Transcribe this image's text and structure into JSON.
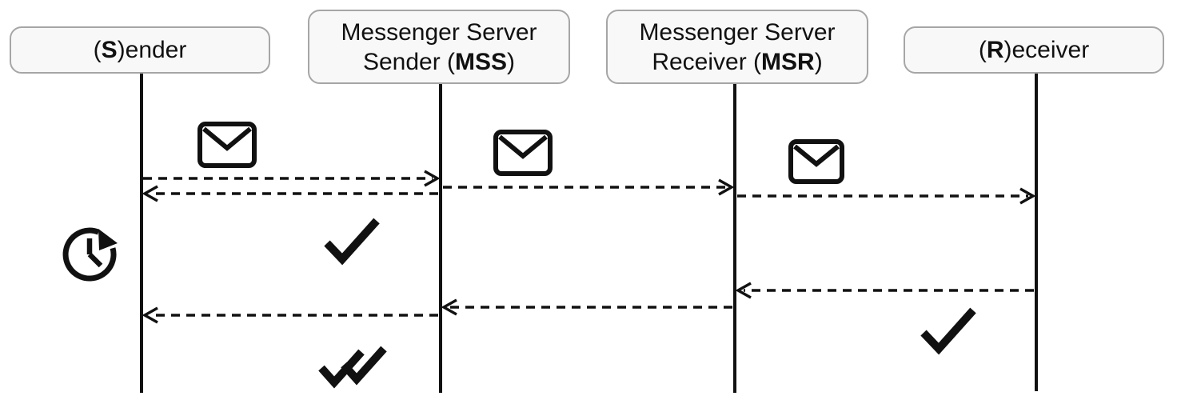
{
  "diagram": {
    "type": "sequence-diagram",
    "background": "#ffffff",
    "line_color": "#111111",
    "box_fill": "#f8f8f8",
    "box_border": "#a6a6a6"
  },
  "actors": [
    {
      "id": "sender",
      "pre": "(",
      "bold": "S",
      "post": ")ender"
    },
    {
      "id": "mss",
      "line1": "Messenger Server",
      "pre": "Sender (",
      "bold": "MSS",
      "post": ")"
    },
    {
      "id": "msr",
      "line1": "Messenger Server",
      "pre": "Receiver (",
      "bold": "MSR",
      "post": ")"
    },
    {
      "id": "receiver",
      "pre": "(",
      "bold": "R",
      "post": ")eceiver"
    }
  ],
  "messages": [
    {
      "from": "Sender",
      "to": "MSS",
      "style": "dashed",
      "icon": "envelope-icon"
    },
    {
      "from": "MSS",
      "to": "Sender",
      "style": "dashed",
      "icon": ""
    },
    {
      "from": "MSS",
      "to": "MSR",
      "style": "dashed",
      "icon": "envelope-icon"
    },
    {
      "from": "MSR",
      "to": "Receiver",
      "style": "dashed",
      "icon": "envelope-icon"
    },
    {
      "from": "Receiver",
      "to": "MSR",
      "style": "dashed",
      "icon": ""
    },
    {
      "from": "MSR",
      "to": "MSS",
      "style": "dashed",
      "icon": ""
    },
    {
      "from": "MSS",
      "to": "Sender",
      "style": "dashed",
      "icon": ""
    }
  ],
  "standalone_icons": [
    {
      "name": "clock-pending-icon",
      "near": "sender"
    },
    {
      "name": "single-check-icon",
      "near": "mss"
    },
    {
      "name": "single-check-icon",
      "near": "receiver"
    },
    {
      "name": "double-check-icon",
      "near": "mss"
    }
  ]
}
